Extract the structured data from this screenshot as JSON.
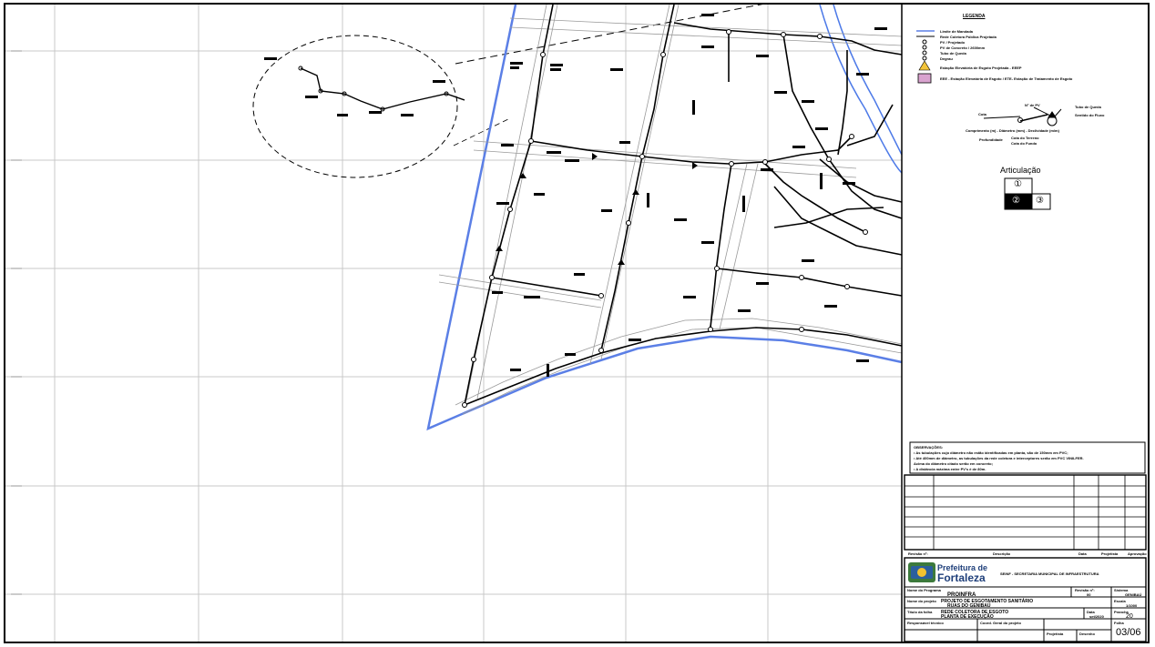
{
  "legend": {
    "title": "LEGENDA",
    "items": [
      "Limite de Mandada",
      "Rede Coletora Pública Projetada",
      "PV / Projetado",
      "PV de Concreto / 2600mm",
      "Tubo de Queda",
      "Degrau",
      "Estação Elevatória de Esgoto Projetada - EEEP",
      "EEE - Estação Elevatória de Esgoto / ETE- Estação de Tratamento de Esgoto"
    ]
  },
  "symbol_key": {
    "pv_number": "N° de PV",
    "tubo_queda": "Tubo de Queda",
    "cota": "Cota",
    "sentido": "Sentido do Fluxo",
    "comprimento": "Comprimento (m) - Diâmetro (mm) - Declividade (m/m)",
    "profundidade": "Profundidade",
    "cota_terreno": "Cota do Terreno",
    "cota_fundo": "Cota do Fundo"
  },
  "articulacao": {
    "title": "Articulação",
    "sheets": [
      "①",
      "②",
      "③"
    ]
  },
  "observacoes": {
    "title": "OBSERVAÇÕES:",
    "lines": [
      "• As tubulações cujo diâmetro não estão identificadas em planta, são de 150mm em PVC;",
      "• Até 400mm de diâmetro, as tubulações da rede coletora e interceptores serão em PVC VINILFER.",
      "  Acima do diâmetro citado serão em concreto;",
      "• A distância máxima entre PV's é de 80m."
    ]
  },
  "revision_header": {
    "rev": "Revisão nº:",
    "desc": "Descrição",
    "date": "Data",
    "proj": "Projetista",
    "aprov": "Aprovação"
  },
  "title_block": {
    "org_line1": "Prefeitura de",
    "org_line2": "Fortaleza",
    "secretaria": "SEINF - SECRETARIA MUNICIPAL DE INFRAESTRUTURA",
    "programa_label": "Nome do Programa",
    "programa": "PROINFRA",
    "revisao_label": "Revisão nº:",
    "revisao": "00",
    "sistema_label": "Sistema",
    "sistema": "GENIBAÚ",
    "projeto_label": "Nome do projeto",
    "projeto_l1": "PROJETO DE ESGOTAMENTO SANITÁRIO",
    "projeto_l2": "RUAS DO GENIBAÚ",
    "escala_label": "Escala",
    "escala": "1/1000",
    "folha_titulo_label": "Título da folha",
    "titulo_l1": "REDE COLETORA DE ESGOTO",
    "titulo_l2": "PLANTA DE EXECUÇÃO",
    "data_label": "Data",
    "data": "set/2020",
    "prancha_label": "Prancha",
    "prancha": "20",
    "resp_label": "Responsável técnico",
    "eng_label": "Coord. Geral do projeto",
    "projetista_label": "Projetista",
    "desenho_label": "Desenho",
    "folha_label": "Folha",
    "folha": "03/06"
  }
}
